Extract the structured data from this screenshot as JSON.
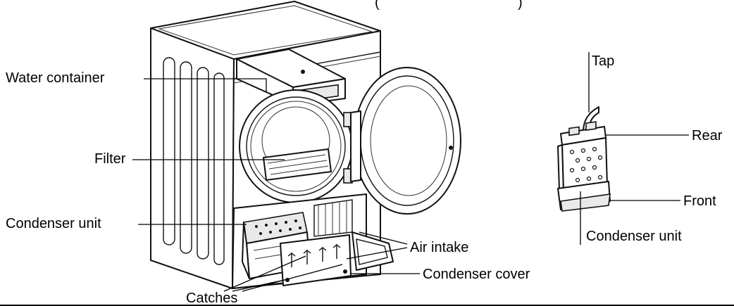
{
  "header_fragment": "(",
  "header_fragment_right": ")",
  "labels": {
    "water_container": "Water container",
    "filter": "Filter",
    "condenser_unit_left": "Condenser unit",
    "air_intake": "Air intake",
    "condenser_cover": "Condenser cover",
    "catches": "Catches",
    "tap": "Tap",
    "rear": "Rear",
    "front": "Front",
    "condenser_unit_right": "Condenser unit"
  }
}
